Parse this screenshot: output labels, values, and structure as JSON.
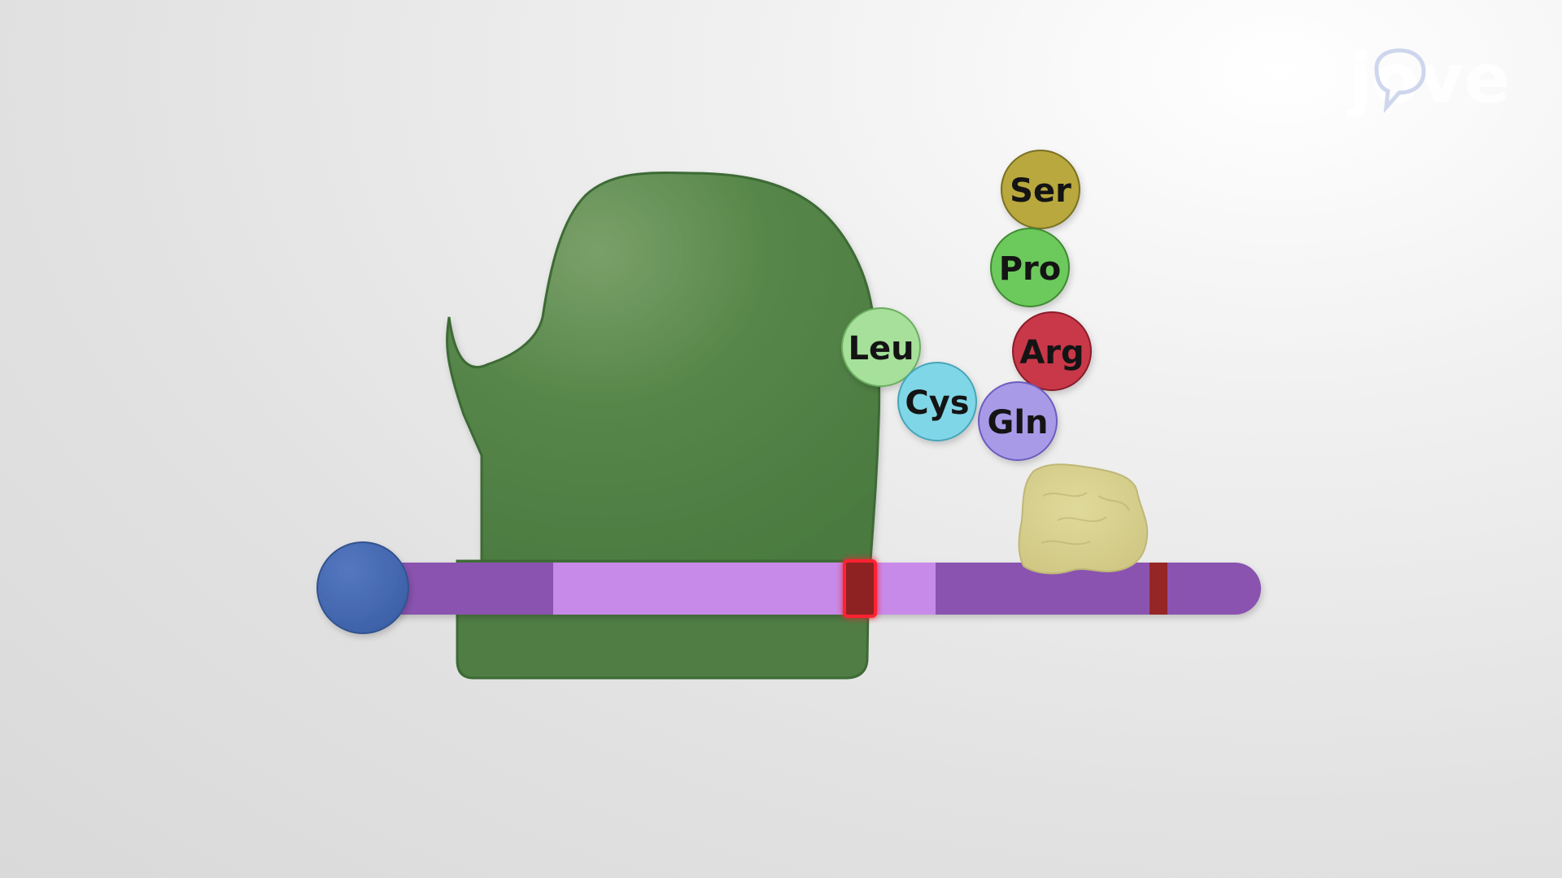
{
  "logo": {
    "text": "jove",
    "color": "#ffffff"
  },
  "amino_acids": [
    {
      "label": "Ser",
      "color": "#b8a83c"
    },
    {
      "label": "Pro",
      "color": "#6cc95c"
    },
    {
      "label": "Arg",
      "color": "#c8384a"
    },
    {
      "label": "Leu",
      "color": "#a6e09a"
    },
    {
      "label": "Cys",
      "color": "#7fd6e6"
    },
    {
      "label": "Gln",
      "color": "#a99ae8"
    }
  ],
  "colors": {
    "ribosome": "#4f7d44",
    "mrna": "#8a52b0",
    "mrna_highlight": "#c78ae9",
    "cap": "#4369b0",
    "codon_marker": "#8e2424",
    "codon_glow": "#ff2030",
    "release_factor": "#d4cd8c"
  }
}
